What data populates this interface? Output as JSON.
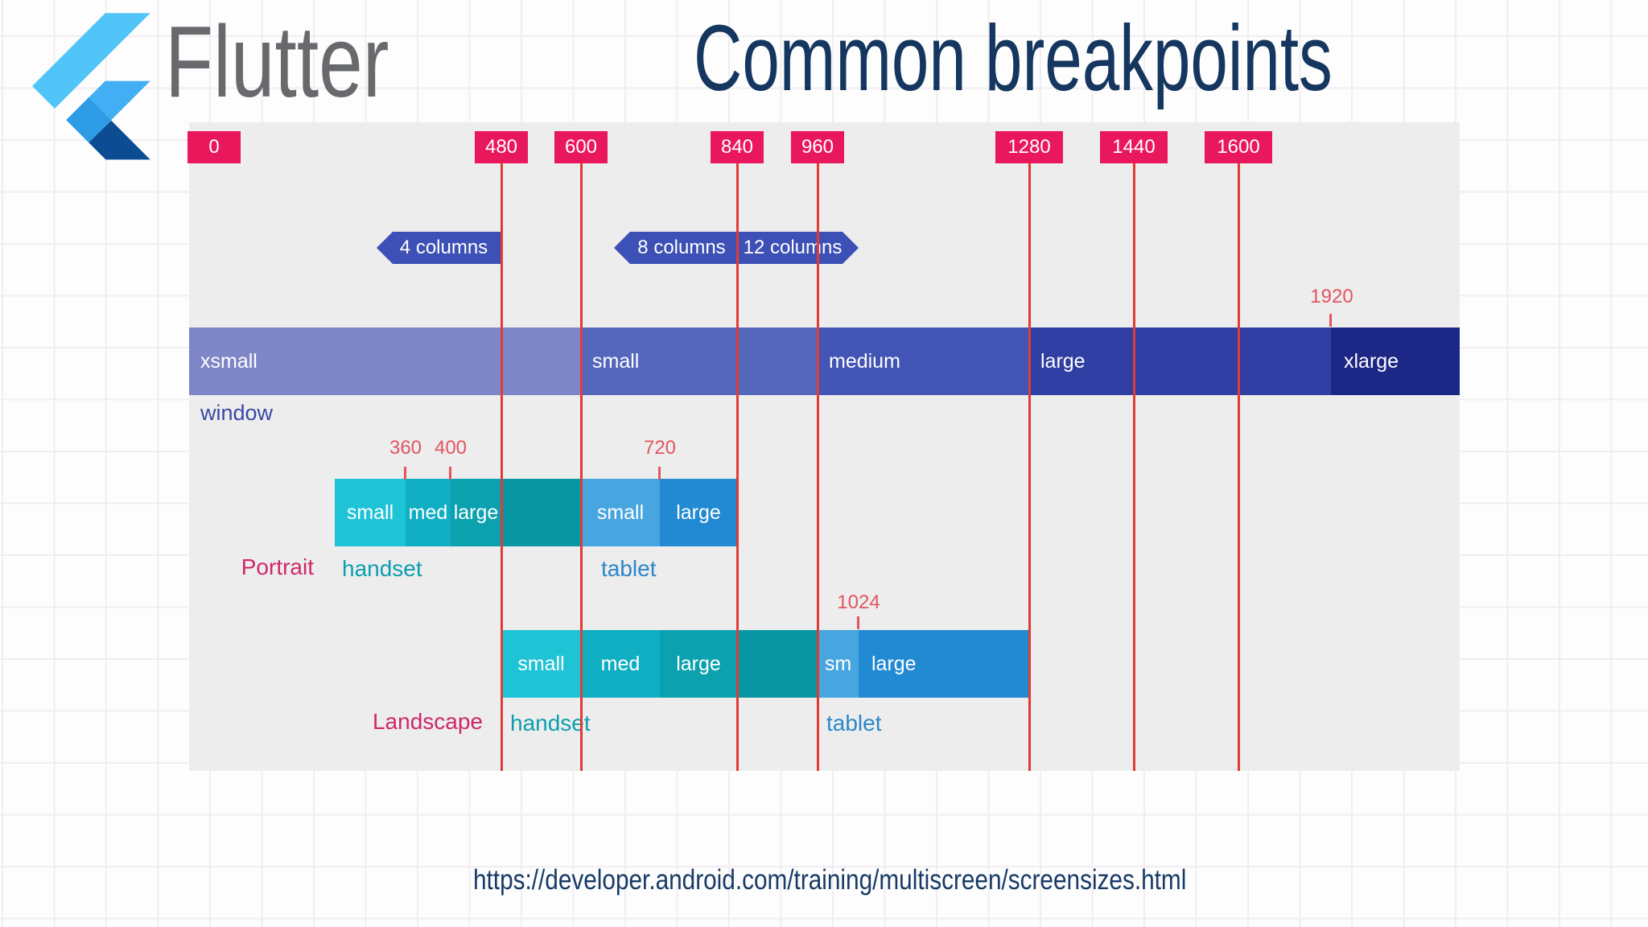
{
  "header": {
    "brand": "Flutter",
    "title": "Common breakpoints"
  },
  "colors": {
    "badge_pink": "#E9185C",
    "guide_line_red": "#E23B35",
    "marker_red": "#E25561",
    "chip_indigo": "#3D50B5",
    "diagram_background": "#EDEDED",
    "window_segments": {
      "xsmall": "#7E86C7",
      "small": "#5566BD",
      "medium": "#4254B5",
      "large": "#2F3FA4",
      "xlarge": "#1D2786"
    },
    "handset_segments": {
      "small": "#1FC3D6",
      "med": "#10AEC2",
      "large": "#0BA1AF",
      "overflow": "#0897A3"
    },
    "tablet_segments": {
      "small": "#47A5E0",
      "large": "#2289D3"
    },
    "caption_rose": "#CE2868",
    "caption_teal": "#0C9EB0",
    "caption_blue": "#2B87C8",
    "title_navy": "#14365F",
    "brand_gray": "#67696C"
  },
  "diagram": {
    "breakpoints": [
      "0",
      "480",
      "600",
      "840",
      "960",
      "1280",
      "1440",
      "1600"
    ],
    "chips": [
      "4 columns",
      "8 columns",
      "12 columns"
    ],
    "marker_1920": "1920",
    "window": {
      "caption": "window",
      "segments": [
        "xsmall",
        "small",
        "medium",
        "large",
        "xlarge"
      ]
    },
    "portrait": {
      "caption": "Portrait",
      "markers": [
        "360",
        "400",
        "720"
      ],
      "handset": {
        "caption": "handset",
        "segments": [
          "small",
          "med",
          "large"
        ]
      },
      "tablet": {
        "caption": "tablet",
        "segments": [
          "small",
          "large"
        ]
      }
    },
    "landscape": {
      "caption": "Landscape",
      "marker": "1024",
      "handset": {
        "caption": "handset",
        "segments": [
          "small",
          "med",
          "large"
        ]
      },
      "tablet": {
        "caption": "tablet",
        "segments": [
          "sm",
          "large"
        ]
      }
    }
  },
  "footer": {
    "url": "https://developer.android.com/training/multiscreen/screensizes.html"
  }
}
